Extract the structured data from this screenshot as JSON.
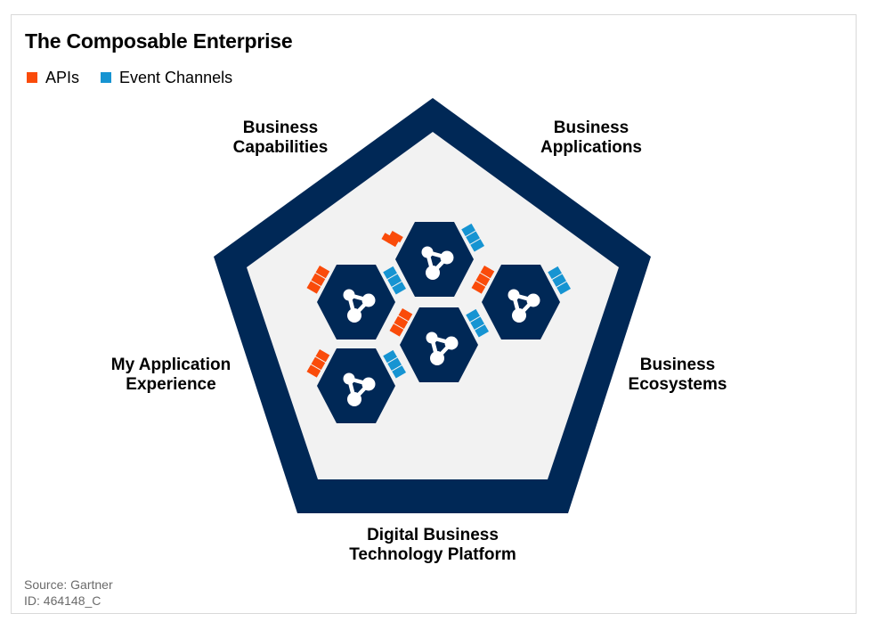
{
  "title": "The Composable Enterprise",
  "legend": [
    {
      "label": "APIs",
      "color": "#fa4b0a"
    },
    {
      "label": "Event Channels",
      "color": "#1694d2"
    }
  ],
  "colors": {
    "pentagon": "#002856",
    "interior": "#f2f2f2",
    "hexagon": "#002856",
    "icon": "#ffffff"
  },
  "icons": {
    "module": "connected-nodes-icon"
  },
  "labels": {
    "top_left": [
      "Business",
      "Capabilities"
    ],
    "top_right": [
      "Business",
      "Applications"
    ],
    "left": [
      "My Application",
      "Experience"
    ],
    "right": [
      "Business",
      "Ecosystems"
    ],
    "bottom": [
      "Digital Business",
      "Technology Platform"
    ]
  },
  "source": {
    "line1": "Source: Gartner",
    "line2": "ID: 464148_C"
  }
}
